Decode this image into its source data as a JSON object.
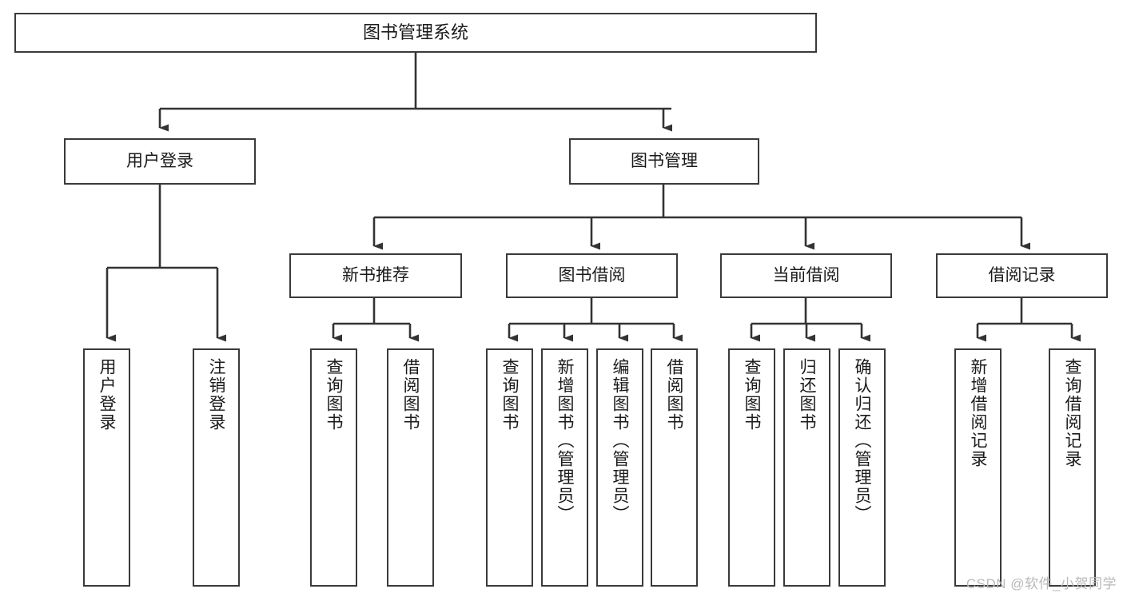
{
  "diagram": {
    "title": "图书管理系统",
    "type": "tree",
    "watermark": "CSDN @软件_小贺同学",
    "colors": {
      "box_border": "#3a3a3a",
      "box_fill": "#ffffff",
      "connector": "#333333",
      "text": "#1a1a1a",
      "watermark": "#b9b9b9"
    },
    "root": {
      "label": "图书管理系统"
    },
    "level2": [
      {
        "label": "用户登录"
      },
      {
        "label": "图书管理"
      }
    ],
    "level3": [
      {
        "label": "新书推荐"
      },
      {
        "label": "图书借阅"
      },
      {
        "label": "当前借阅"
      },
      {
        "label": "借阅记录"
      }
    ],
    "leaves": [
      {
        "label": "用户登录",
        "parent": "用户登录"
      },
      {
        "label": "注销登录",
        "parent": "用户登录"
      },
      {
        "label": "查询图书",
        "parent": "新书推荐"
      },
      {
        "label": "借阅图书",
        "parent": "新书推荐"
      },
      {
        "label": "查询图书",
        "parent": "图书借阅"
      },
      {
        "label": "新增图书（管理员）",
        "parent": "图书借阅"
      },
      {
        "label": "编辑图书（管理员）",
        "parent": "图书借阅"
      },
      {
        "label": "借阅图书",
        "parent": "图书借阅"
      },
      {
        "label": "查询图书",
        "parent": "当前借阅"
      },
      {
        "label": "归还图书",
        "parent": "当前借阅"
      },
      {
        "label": "确认归还（管理员）",
        "parent": "当前借阅"
      },
      {
        "label": "新增借阅记录",
        "parent": "借阅记录"
      },
      {
        "label": "查询借阅记录",
        "parent": "借阅记录"
      }
    ]
  }
}
